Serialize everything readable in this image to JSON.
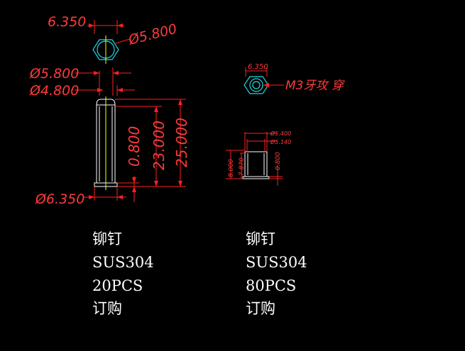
{
  "drawing": {
    "part_left": {
      "dim_top_width": "6.350",
      "dim_hex_dia": "Ø5.800",
      "dim_shank_outer": "Ø5.800",
      "dim_shank_inner": "Ø4.800",
      "dim_head": "0.800",
      "dim_shank_len": "23.000",
      "dim_total_len": "25.000",
      "dim_base_dia": "Ø6.350"
    },
    "part_right": {
      "dim_top_width": "6.350",
      "thread_note": "M3牙攻 穿",
      "dim_outer": "Ø5.400",
      "dim_inner": "Ø5.140",
      "dim_total_len": "8.000",
      "dim_shank_len": "7.870",
      "dim_head": "0.800"
    }
  },
  "notes": {
    "left": [
      "铆钉",
      "SUS304",
      "20PCS",
      "订购"
    ],
    "right": [
      "铆钉",
      "SUS304",
      "80PCS",
      "订购"
    ]
  },
  "colors": {
    "background": "#000000",
    "dimension": "#ff2020",
    "outline": "#ffffff",
    "hex": "#20d8e0",
    "centerline": "#ffff00"
  }
}
